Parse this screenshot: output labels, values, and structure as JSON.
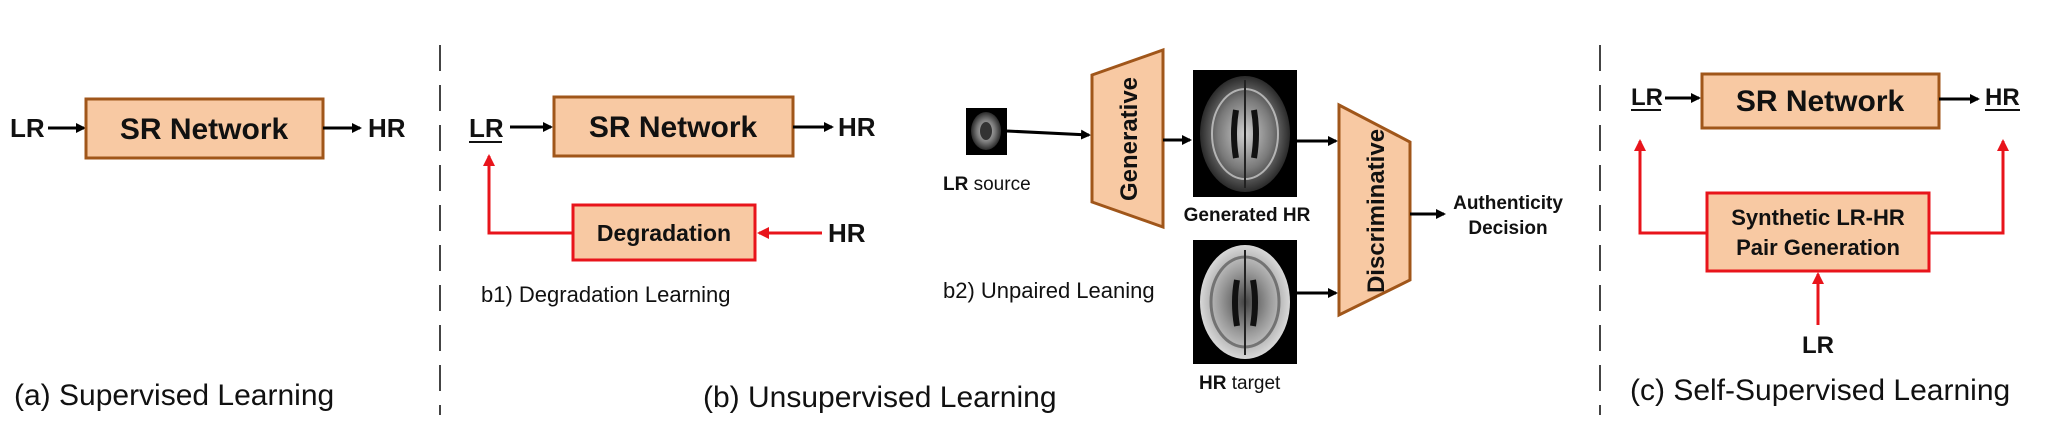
{
  "colors": {
    "box_fill": "#F8C9A3",
    "box_stroke": "#A0561A",
    "red": "#E8141B",
    "black": "#000000",
    "divider": "#444444"
  },
  "panel_a": {
    "caption": "(a) Supervised Learning",
    "input": "LR",
    "network": "SR Network",
    "output": "HR"
  },
  "panel_b": {
    "caption": "(b) Unsupervised Learning",
    "b1": {
      "lr": "LR",
      "network": "SR Network",
      "output": "HR",
      "degradation": "Degradation",
      "hr_input": "HR",
      "caption": "b1) Degradation Learning"
    },
    "b2": {
      "lr_bold": "LR",
      "lr_rest": " source",
      "generative": "Generative",
      "generated_hr": "Generated HR",
      "discriminative": "Discriminative",
      "decision_line1": "Authenticity",
      "decision_line2": "Decision",
      "hr_bold": "HR",
      "hr_rest": " target",
      "caption": "b2) Unpaired Leaning"
    }
  },
  "panel_c": {
    "caption": "(c) Self-Supervised Learning",
    "lr": "LR",
    "network": "SR Network",
    "output": "HR",
    "synthetic_line1": "Synthetic LR-HR",
    "synthetic_line2": "Pair Generation",
    "lr_input": "LR"
  }
}
